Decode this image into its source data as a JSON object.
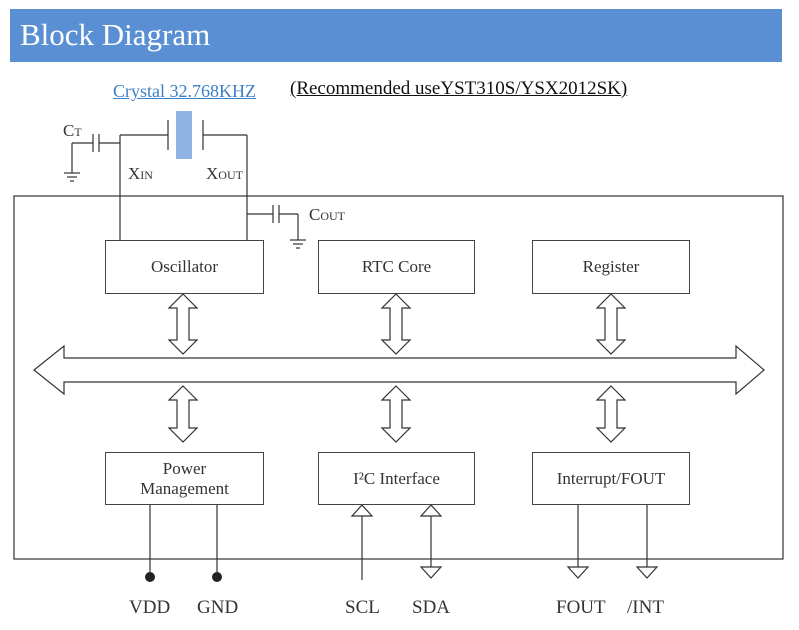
{
  "header": {
    "title": "Block Diagram"
  },
  "crystal": {
    "label": "Crystal 32.768KHZ",
    "note": "(Recommended useYST310S/YSX2012SK)"
  },
  "external": {
    "ct": "CT",
    "xin": "XIN",
    "xout": "XOUT",
    "cout": "COUT"
  },
  "blocks": {
    "oscillator": "Oscillator",
    "rtc_core": "RTC Core",
    "register": "Register",
    "power_line1": "Power",
    "power_line2": "Management",
    "i2c": "I²C Interface",
    "interrupt": "Interrupt/FOUT"
  },
  "pins": [
    "VDD",
    "GND",
    "SCL",
    "SDA",
    "FOUT",
    "/INT"
  ],
  "colors": {
    "header_bg": "#5b8fd3",
    "crystal": "#8fb4e3",
    "link": "#3d7fc6"
  }
}
